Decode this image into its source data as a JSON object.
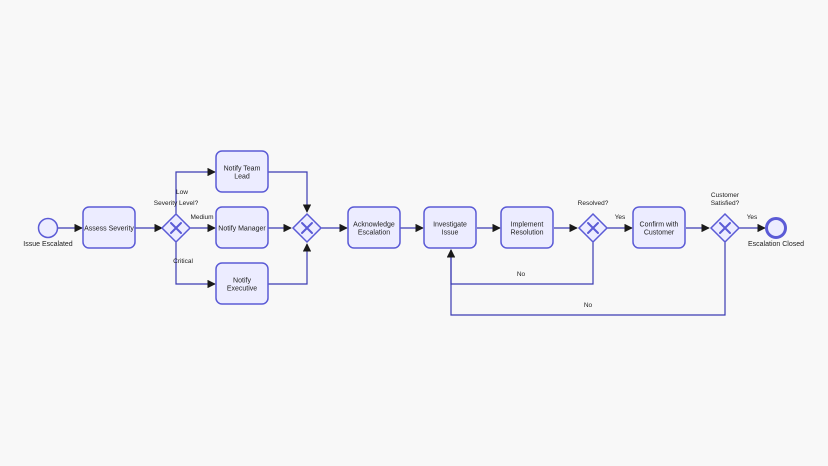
{
  "diagram": {
    "colors": {
      "node_fill": "#ececff",
      "node_stroke": "#5b5bd6",
      "edge": "#3b3bb3",
      "background": "#f8f8f8"
    },
    "start_event": {
      "label": "Issue Escalated"
    },
    "end_event": {
      "label": "Escalation Closed"
    },
    "tasks": {
      "assess": [
        "Assess Severity"
      ],
      "notify_lead": [
        "Notify Team",
        "Lead"
      ],
      "notify_manager": [
        "Notify Manager"
      ],
      "notify_exec": [
        "Notify",
        "Executive"
      ],
      "acknowledge": [
        "Acknowledge",
        "Escalation"
      ],
      "investigate": [
        "Investigate",
        "Issue"
      ],
      "implement": [
        "Implement",
        "Resolution"
      ],
      "confirm": [
        "Confirm with",
        "Customer"
      ]
    },
    "gateways": {
      "severity": {
        "label": [
          "Severity Level?"
        ]
      },
      "merge": {
        "label": []
      },
      "resolved": {
        "label": [
          "Resolved?"
        ]
      },
      "satisfied": {
        "label": [
          "Customer",
          "Satisfied?"
        ]
      }
    },
    "edge_labels": {
      "low": "Low",
      "medium": "Medium",
      "critical": "Critical",
      "resolved_yes": "Yes",
      "resolved_no": "No",
      "satisfied_yes": "Yes",
      "satisfied_no": "No"
    }
  }
}
